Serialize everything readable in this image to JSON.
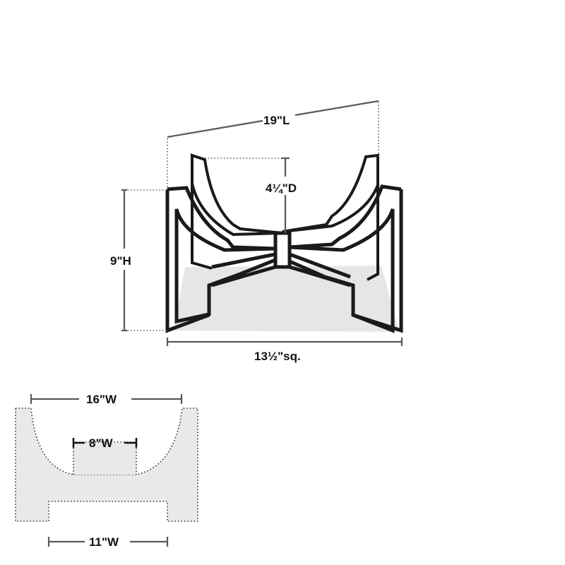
{
  "diagram": {
    "product": {
      "dimensions": {
        "length": "19\"L",
        "height": "9\"H",
        "depth": "4¼\"D",
        "base": "13½\"sq."
      }
    },
    "profile": {
      "dimensions": {
        "top_width": "16\"W",
        "inner_width": "8\"W",
        "bottom_width": "11\"W"
      }
    }
  }
}
